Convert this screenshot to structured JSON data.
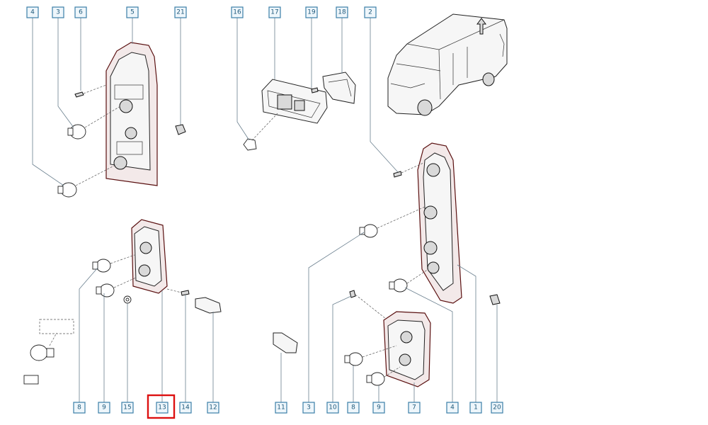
{
  "callouts": {
    "c4_top": "4",
    "c3_top": "3",
    "c6": "6",
    "c5": "5",
    "c21": "21",
    "c16": "16",
    "c17": "17",
    "c19": "19",
    "c18": "18",
    "c2": "2",
    "c8_left": "8",
    "c9_left": "9",
    "c15": "15",
    "c13": "13",
    "c14": "14",
    "c12": "12",
    "c11": "11",
    "c3_bottom": "3",
    "c10": "10",
    "c8_right": "8",
    "c9_right": "9",
    "c7": "7",
    "c4_bottom": "4",
    "c1": "1",
    "c20": "20"
  },
  "selected_callout": "13",
  "highlight_color": "#dd1111"
}
